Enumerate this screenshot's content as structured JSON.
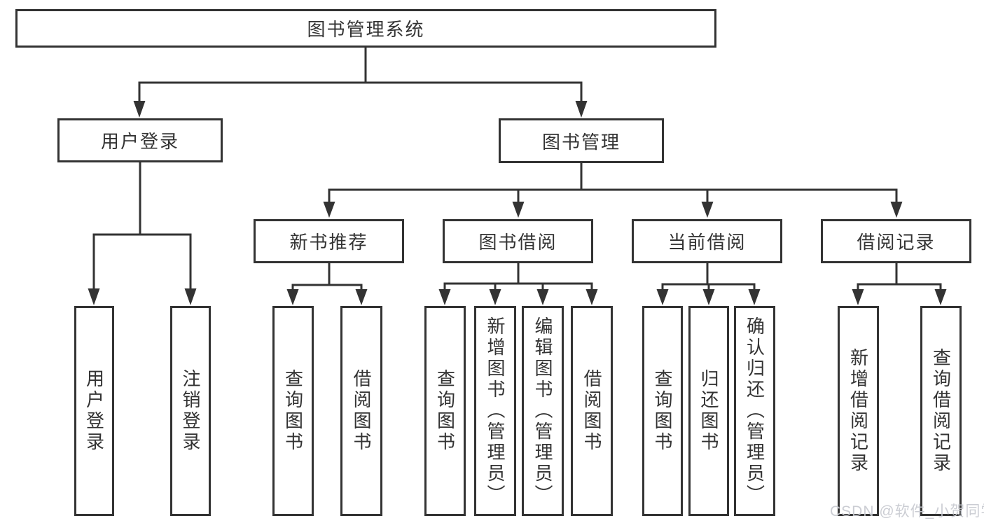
{
  "diagram": {
    "root": "图书管理系统",
    "level2": {
      "user_login": "用户登录",
      "book_mgmt": "图书管理"
    },
    "level3": {
      "new_books": "新书推荐",
      "book_borrow": "图书借阅",
      "current_borrow": "当前借阅",
      "borrow_records": "借阅记录"
    },
    "leaves": {
      "login_user": "用户登录",
      "login_logout": "注销登录",
      "nb_query": "查询图书",
      "nb_borrow": "借阅图书",
      "bb_query": "查询图书",
      "bb_add": "新增图书（管理员）",
      "bb_edit": "编辑图书（管理员）",
      "bb_borrow": "借阅图书",
      "cb_query": "查询图书",
      "cb_return": "归还图书",
      "cb_confirm": "确认归还（管理员）",
      "br_add": "新增借阅记录",
      "br_query": "查询借阅记录"
    },
    "watermark": "CSDN @软件_小贺同学",
    "colors": {
      "line": "#333333",
      "text": "#333333",
      "background": "#ffffff",
      "watermark": "#c7c9d0"
    }
  }
}
